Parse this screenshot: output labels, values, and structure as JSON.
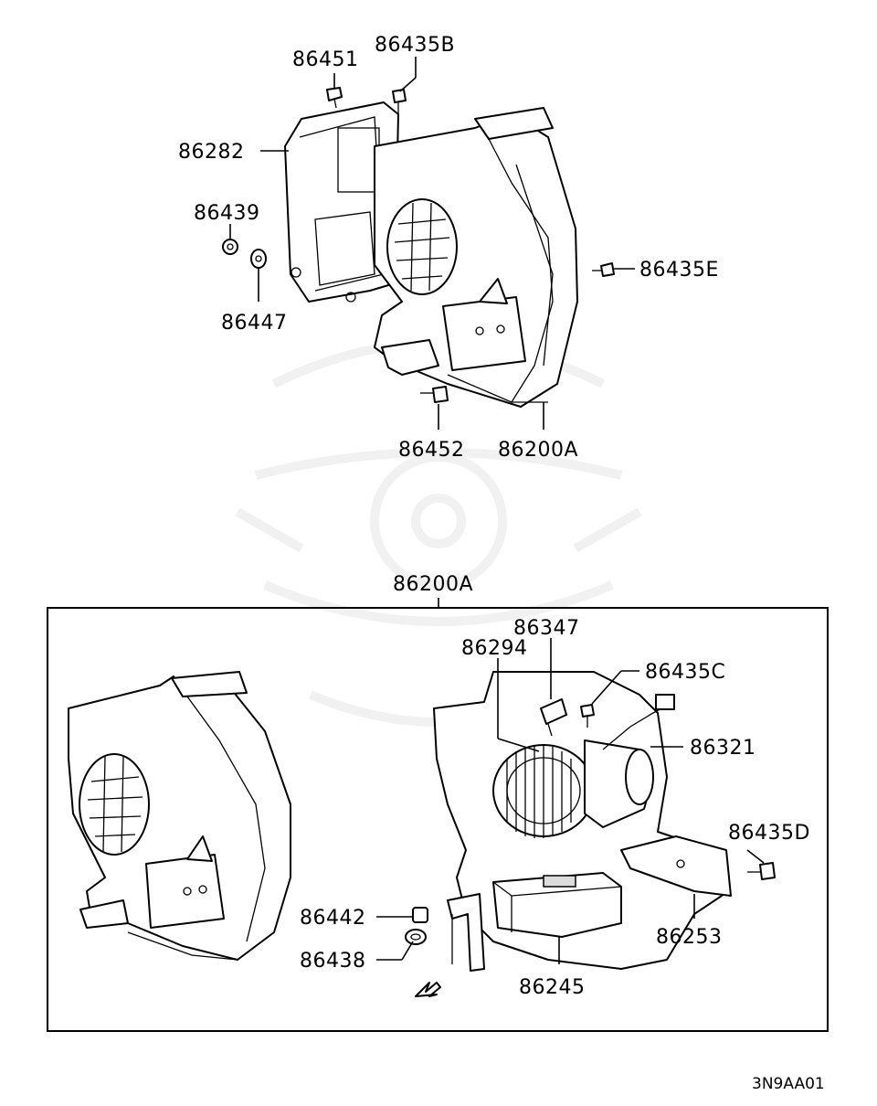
{
  "diagram_code": "3N9AA01",
  "upper": {
    "labels": {
      "p86451": "86451",
      "p86435B": "86435B",
      "p86282": "86282",
      "p86439": "86439",
      "p86447": "86447",
      "p86435E": "86435E",
      "p86452": "86452",
      "p86200A": "86200A"
    }
  },
  "lower": {
    "box_title": "86200A",
    "labels": {
      "p86347": "86347",
      "p86294": "86294",
      "p86435C": "86435C",
      "p86321": "86321",
      "p86435D": "86435D",
      "p86442": "86442",
      "p86438": "86438",
      "p86253": "86253",
      "p86245": "86245"
    }
  }
}
